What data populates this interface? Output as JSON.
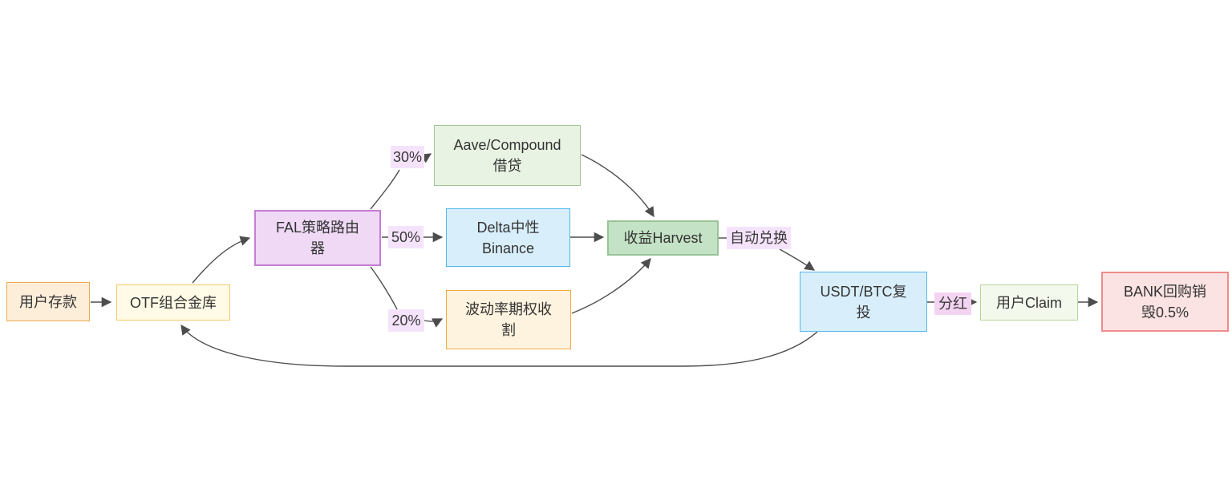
{
  "diagram": {
    "edge_color": "#4d4d4d",
    "nodes": {
      "user_deposit": {
        "label": "用户存款",
        "fill": "#fdeeda",
        "stroke": "#f0a851"
      },
      "otf_vault": {
        "label": "OTF组合金库",
        "fill": "#fffbe6",
        "stroke": "#f5c76e"
      },
      "fal_router": {
        "label": "FAL策略路由\n器",
        "fill": "#efd9f5",
        "stroke": "#c57fd4"
      },
      "aave": {
        "label": "Aave/Compound\n借贷",
        "fill": "#e9f3e3",
        "stroke": "#a3c493"
      },
      "delta": {
        "label": "Delta中性\nBinance",
        "fill": "#d8eefb",
        "stroke": "#52b7ec"
      },
      "vol": {
        "label": "波动率期权收\n割",
        "fill": "#fdf3df",
        "stroke": "#f2a93d"
      },
      "harvest": {
        "label": "收益Harvest",
        "fill": "#c4e2c5",
        "stroke": "#97c497"
      },
      "usdt": {
        "label": "USDT/BTC复\n投",
        "fill": "#d8eefb",
        "stroke": "#52b7ec"
      },
      "claim": {
        "label": "用户Claim",
        "fill": "#f3f9ed",
        "stroke": "#b5d69a"
      },
      "bank": {
        "label": "BANK回购销\n毁0.5%",
        "fill": "#fce3e3",
        "stroke": "#ef8c8c"
      }
    },
    "edge_labels": {
      "pct30": {
        "text": "30%",
        "bg": "#f5e3fb"
      },
      "pct50": {
        "text": "50%",
        "bg": "#f5e3fb"
      },
      "pct20": {
        "text": "20%",
        "bg": "#f5e3fb"
      },
      "autoswap": {
        "text": "自动兑换",
        "bg": "#f5e3fb"
      },
      "dividend": {
        "text": "分红",
        "bg": "#f4d4f3"
      }
    }
  }
}
